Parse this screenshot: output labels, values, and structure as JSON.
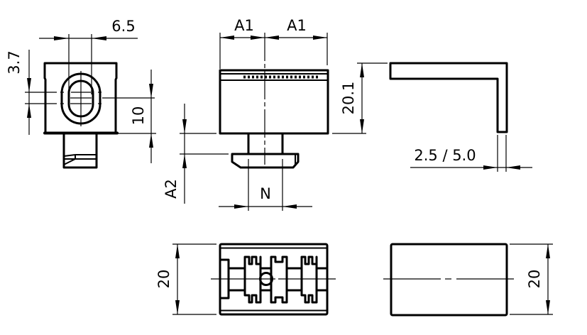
{
  "drawing": {
    "title": "Technical drawing – connector clip with multiple views and dimensions",
    "line_color": "#000000",
    "background_color": "#ffffff",
    "views": [
      {
        "id": "left-view",
        "description": "End view with oval slot"
      },
      {
        "id": "front-view",
        "description": "Front view with stem and flange"
      },
      {
        "id": "side-profile-view",
        "description": "L-shaped profile"
      },
      {
        "id": "top-view",
        "description": "Top view with castellated slots and hole"
      },
      {
        "id": "bottom-view",
        "description": "Plain rectangular view"
      }
    ],
    "dimensions": {
      "slot_width": "6.5",
      "slot_offset": "3.7",
      "slot_height": "10",
      "half_width_left": "A1",
      "half_width_right": "A1",
      "stem_height": "A2",
      "stem_width": "N",
      "overall_height_front": "20.1",
      "material_thickness": "2.5 / 5.0",
      "top_view_depth": "20",
      "bottom_view_depth": "20"
    }
  }
}
